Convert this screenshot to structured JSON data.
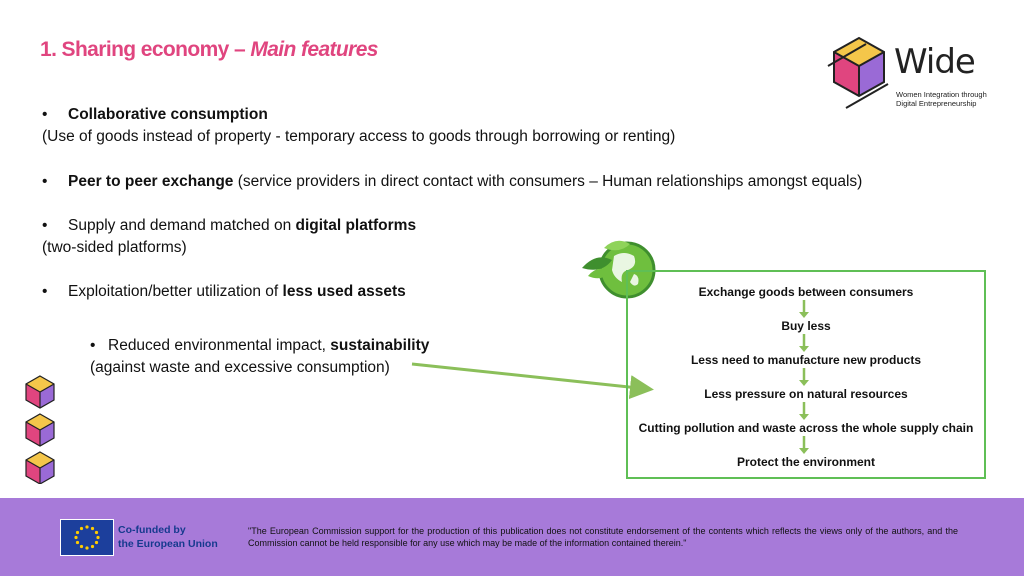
{
  "title": {
    "main": "1. Sharing economy – ",
    "emphasis": "Main features"
  },
  "logo": {
    "wordmark": "Wide",
    "tagline_line1": "Women Integration through",
    "tagline_line2": "Digital Entrepreneurship"
  },
  "bullets": {
    "b1_title": "Collaborative consumption",
    "b1_detail": "(Use of goods instead of property - temporary access to goods through borrowing or renting)",
    "b2_title": "Peer to peer exchange",
    "b2_detail": " (service providers in direct contact with consumers – Human relationships amongst equals)",
    "b3_text": "Supply and demand matched on ",
    "b3_bold": "digital platforms",
    "b3_detail": "(two-sided platforms)",
    "b4_text": "Exploitation/better utilization of ",
    "b4_bold": "less used assets",
    "sub_text": "Reduced environmental impact, ",
    "sub_bold": "sustainability",
    "sub_detail": "(against waste and excessive consumption)"
  },
  "flow": {
    "steps": [
      "Exchange goods between consumers",
      "Buy less",
      "Less need to manufacture new products",
      "Less pressure on natural resources",
      "Cutting pollution and waste across the whole supply chain",
      "Protect the environment"
    ]
  },
  "footer": {
    "cofunded_line1": "Co-funded by",
    "cofunded_line2": "the European Union",
    "disclaimer": "\"The European Commission support for the production of this publication does not constitute endorsement of the contents which reflects the views only of the authors, and the Commission cannot be held responsible for any use which may be made of the information contained therein.\""
  },
  "colors": {
    "title": "#e0457f",
    "footer_bg": "#a77ad9",
    "flow_border": "#5fbf55",
    "arrow": "#8bbf5a",
    "eu_blue": "#1c3f9c",
    "eu_star": "#ffcc00"
  }
}
